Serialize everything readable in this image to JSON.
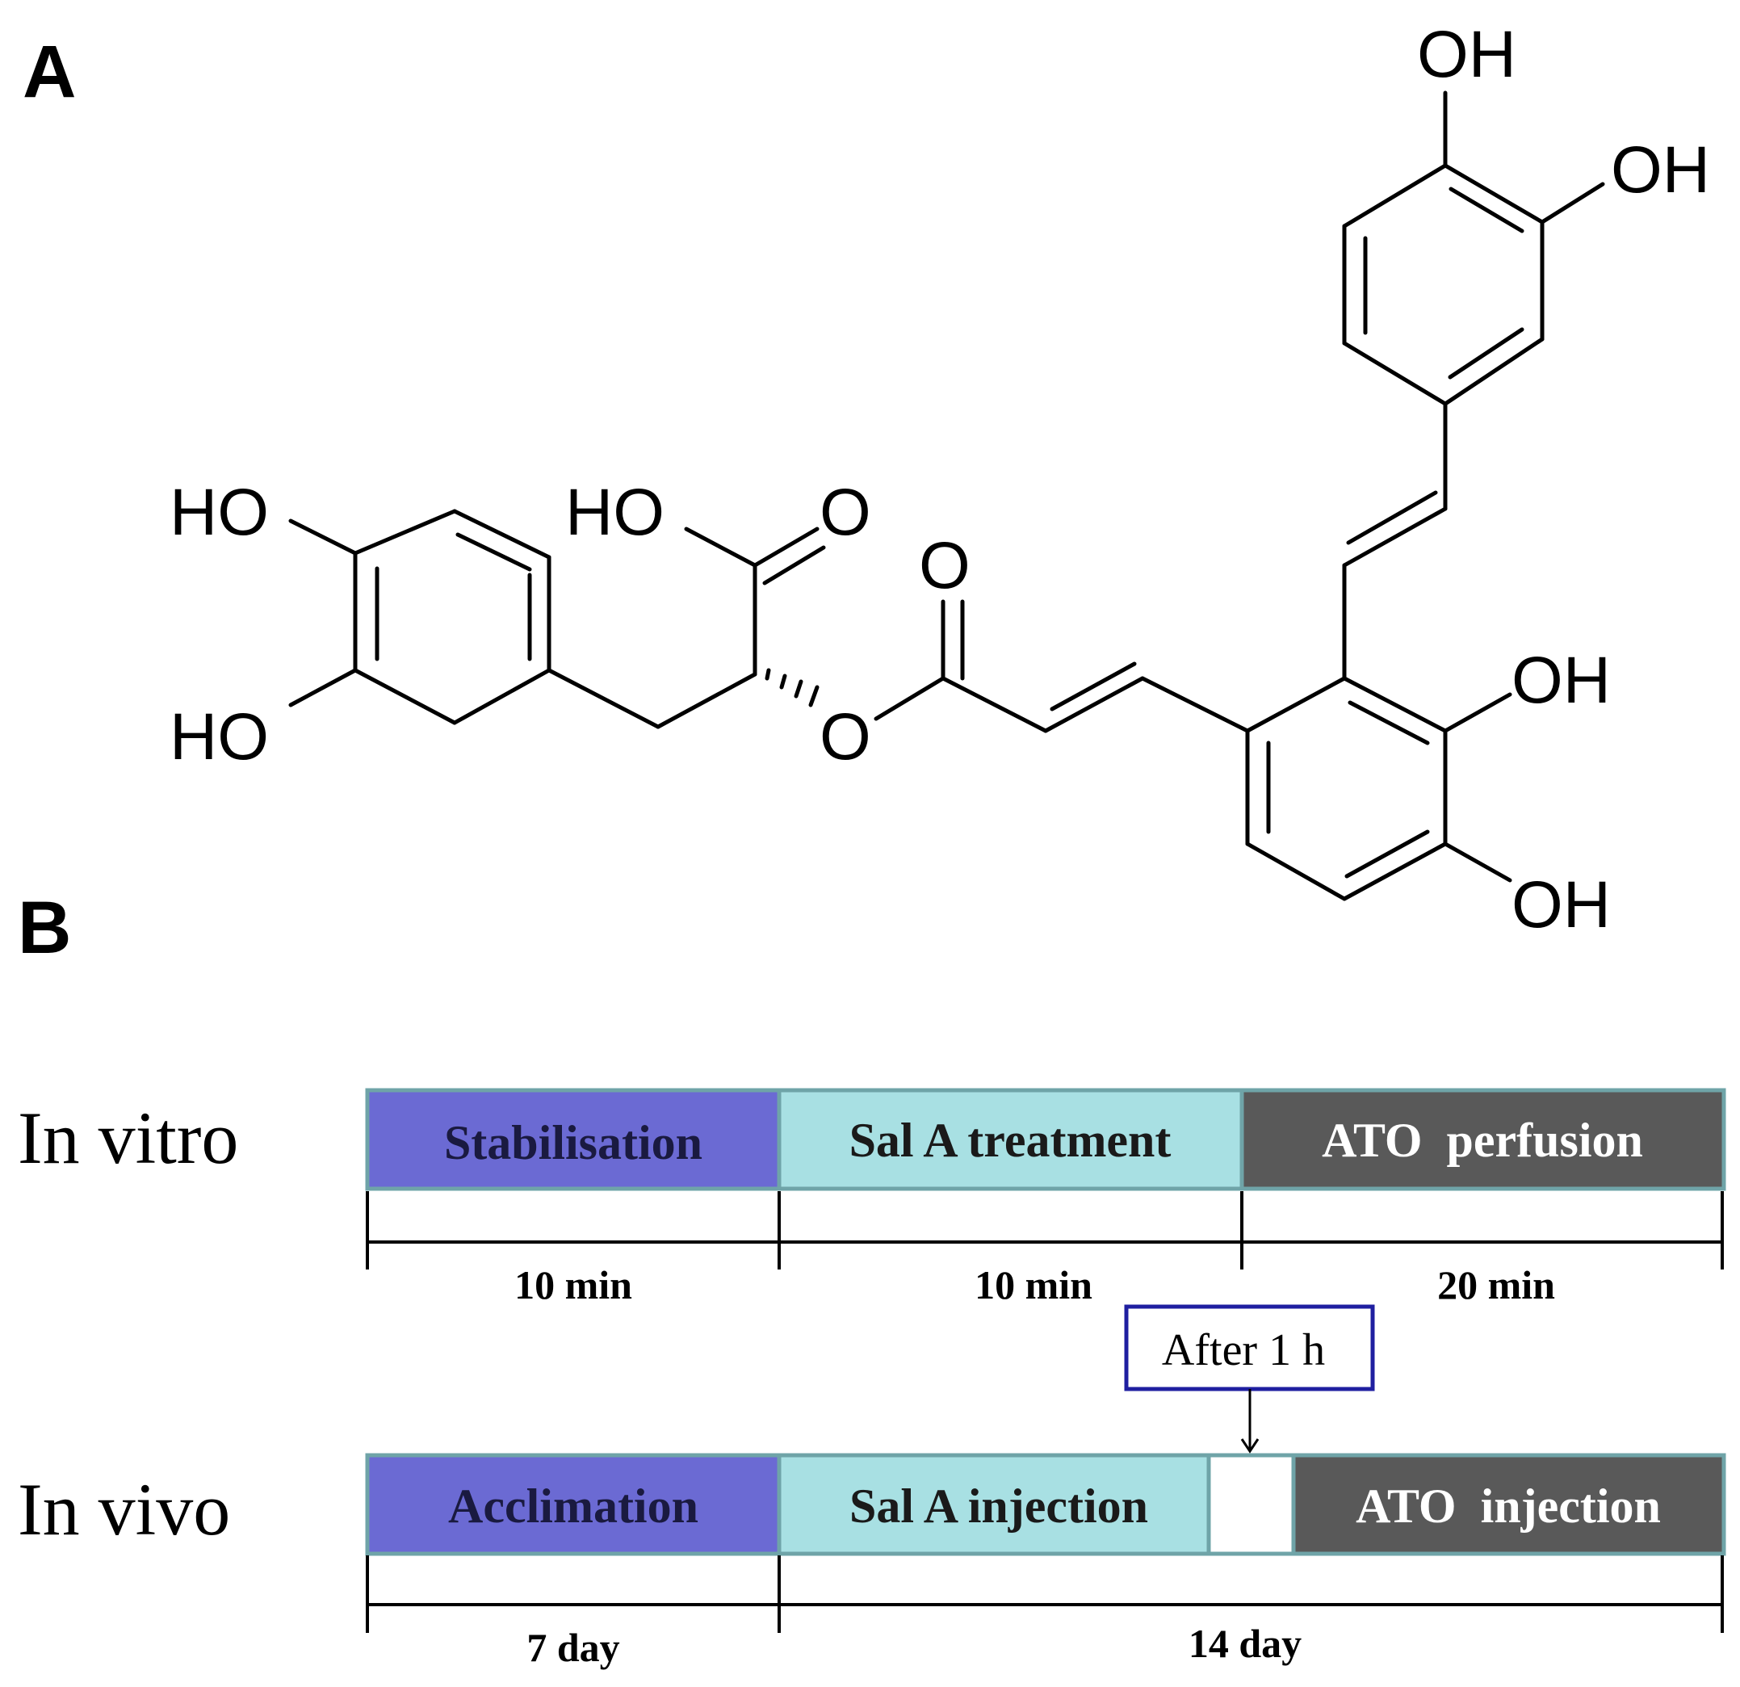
{
  "panels": {
    "a_label": "A",
    "b_label": "B"
  },
  "colors": {
    "stabilisation": "#6b6ad3",
    "treatment": "#a8e0e3",
    "perfusion": "#595959",
    "border": "#6fa4a8",
    "callout_border": "#1f1fa0"
  },
  "molecule": {
    "atoms": [
      "OH",
      "OH",
      "HO",
      "HO",
      "HO",
      "O",
      "O",
      "O",
      "OH",
      "OH"
    ]
  },
  "timeline": {
    "in_vitro": {
      "label": "In vitro",
      "segments": [
        "Stabilisation",
        "Sal A treatment",
        "ATO  perfusion"
      ],
      "durations": [
        "10 min",
        "10 min",
        "20 min"
      ]
    },
    "callout": "After 1 h",
    "in_vivo": {
      "label": "In vivo",
      "segments": [
        "Acclimation",
        "Sal A injection",
        "",
        "ATO  injection"
      ],
      "durations": [
        "7 day",
        "14 day"
      ]
    }
  }
}
